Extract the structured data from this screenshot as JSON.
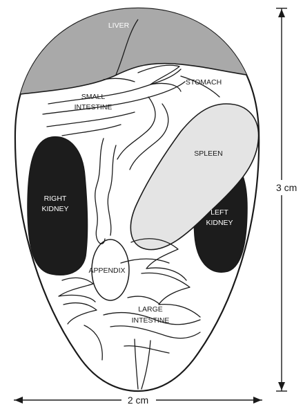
{
  "labels": {
    "liver": "LIVER",
    "stomach": "STOMACH",
    "small_intestine": [
      "SMALL",
      "INTESTINE"
    ],
    "spleen": "SPLEEN",
    "right_kidney": [
      "RIGHT",
      "KIDNEY"
    ],
    "left_kidney": [
      "LEFT",
      "KIDNEY"
    ],
    "appendix": "APPENDIX",
    "large_intestine": [
      "LARGE",
      "INTESTINE"
    ]
  },
  "dimensions": {
    "height": "3 cm",
    "width": "2 cm"
  },
  "colors": {
    "liver_fill": "#a9a9a9",
    "spleen_fill": "#e4e4e4",
    "kidney_fill": "#1c1c1c",
    "outline": "#1a1a1a"
  }
}
